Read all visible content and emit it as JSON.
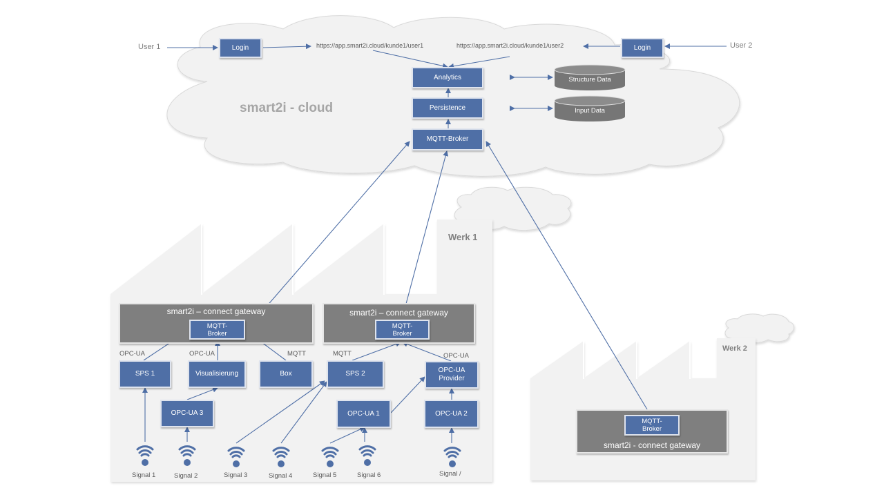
{
  "cloud": {
    "title": "smart2i - cloud",
    "user1": "User 1",
    "user2": "User 2",
    "login1": "Login",
    "login2": "Login",
    "url1": "https://app.smart2i.cloud/kunde1/user1",
    "url2": "https://app.smart2i.cloud/kunde1/user2",
    "analytics": "Analytics",
    "persistence": "Persistence",
    "mqtt_broker": "MQTT-Broker",
    "structure_data": "Structure Data",
    "input_data": "Input Data"
  },
  "werk1": {
    "title": "Werk 1",
    "gateway_a": {
      "title": "smart2i – connect gateway",
      "broker": "MQTT-\nBroker"
    },
    "gateway_b": {
      "title": "smart2i – connect gateway",
      "broker": "MQTT-\nBroker"
    },
    "protocols": {
      "opcua_sps1": "OPC-UA",
      "opcua_vis": "OPC-UA",
      "mqtt_box": "MQTT",
      "mqtt_sps2": "MQTT",
      "opcua_provider": "OPC-UA"
    },
    "sps1": "SPS 1",
    "visualisierung": "Visualisierung",
    "box": "Box",
    "sps2": "SPS 2",
    "opcua_provider": "OPC-UA\nProvider",
    "opcua3": "OPC-UA 3",
    "opcua1": "OPC-UA 1",
    "opcua2": "OPC-UA 2",
    "signals": [
      "Signal 1",
      "Signal 2",
      "Signal 3",
      "Signal 4",
      "Signal 5",
      "Signal 6",
      "Signal /"
    ]
  },
  "werk2": {
    "title": "Werk 2",
    "gateway_title": "smart2i - connect gateway",
    "broker": "MQTT-\nBroker"
  },
  "colors": {
    "box": "#4f6fa6",
    "gateway": "#7f7f7f",
    "cloud": "#f2f2f2",
    "factory": "#f2f2f2",
    "line": "#4f6fa6",
    "cylinder": "#767676"
  }
}
